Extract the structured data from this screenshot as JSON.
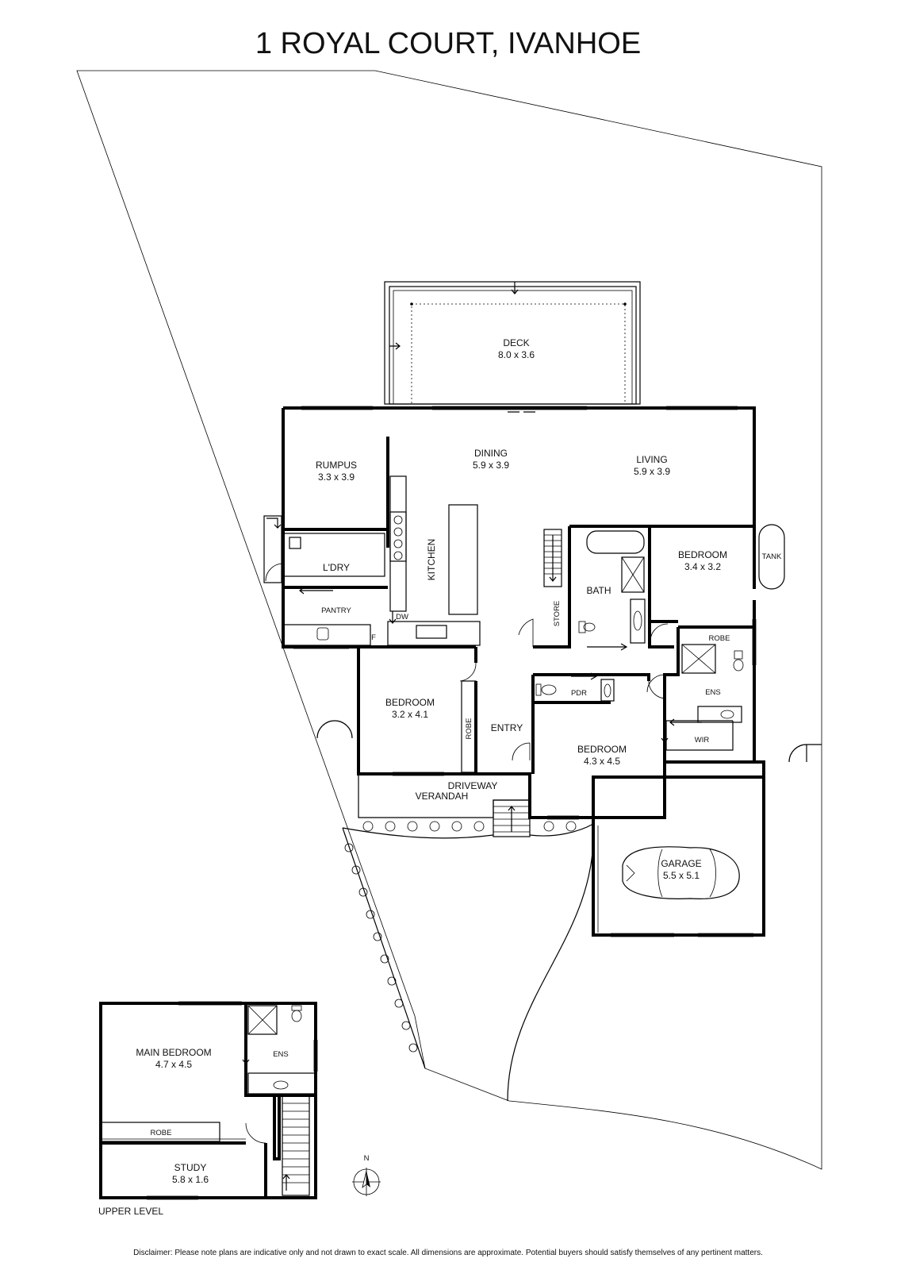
{
  "title": "1 ROYAL COURT, IVANHOE",
  "disclaimer": "Disclaimer: Please note plans are indicative only and not drawn to exact scale. All dimensions are approximate. Potential buyers should satisfy themselves of any pertinent matters.",
  "compass": {
    "label": "N"
  },
  "ground_floor": {
    "deck": {
      "name": "DECK",
      "dims": "8.0 x 3.6"
    },
    "rumpus": {
      "name": "RUMPUS",
      "dims": "3.3 x 3.9"
    },
    "dining": {
      "name": "DINING",
      "dims": "5.9 x 3.9"
    },
    "living": {
      "name": "LIVING",
      "dims": "5.9 x 3.9"
    },
    "laundry": {
      "name": "L'DRY"
    },
    "kitchen": {
      "name": "KITCHEN"
    },
    "pantry": {
      "name": "PANTRY"
    },
    "fridge": {
      "name": "F"
    },
    "dishwasher": {
      "name": "DW"
    },
    "store": {
      "name": "STORE"
    },
    "bath": {
      "name": "BATH"
    },
    "tank": {
      "name": "TANK"
    },
    "bedroom_ne": {
      "name": "BEDROOM",
      "dims": "3.4 x 3.2"
    },
    "robe_ne": {
      "name": "ROBE"
    },
    "ens": {
      "name": "ENS"
    },
    "wir": {
      "name": "WIR"
    },
    "pdr": {
      "name": "PDR"
    },
    "bedroom_w": {
      "name": "BEDROOM",
      "dims": "3.2 x 4.1"
    },
    "robe_w": {
      "name": "ROBE"
    },
    "entry": {
      "name": "ENTRY"
    },
    "bedroom_c": {
      "name": "BEDROOM",
      "dims": "4.3 x 4.5"
    },
    "verandah": {
      "name": "VERANDAH"
    },
    "garage": {
      "name": "GARAGE",
      "dims": "5.5 x 5.1"
    },
    "driveway": {
      "name": "DRIVEWAY"
    }
  },
  "upper_level": {
    "label": "UPPER LEVEL",
    "main_bedroom": {
      "name": "MAIN BEDROOM",
      "dims": "4.7 x 4.5"
    },
    "ens": {
      "name": "ENS"
    },
    "robe": {
      "name": "ROBE"
    },
    "study": {
      "name": "STUDY",
      "dims": "5.8 x 1.6"
    }
  }
}
